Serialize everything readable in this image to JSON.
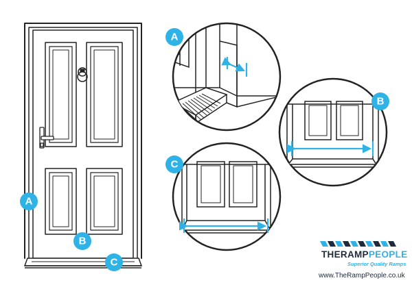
{
  "colors": {
    "accent": "#2fb2e5",
    "line": "#222222",
    "dark": "#1f2a3a"
  },
  "labels": {
    "a": "A",
    "b": "B",
    "c": "C"
  },
  "logo": {
    "brand_part1": "THERAMP",
    "brand_part2": "PEOPLE",
    "tagline": "Superior Quality Ramps",
    "url": "www.TheRampPeople.co.uk"
  }
}
